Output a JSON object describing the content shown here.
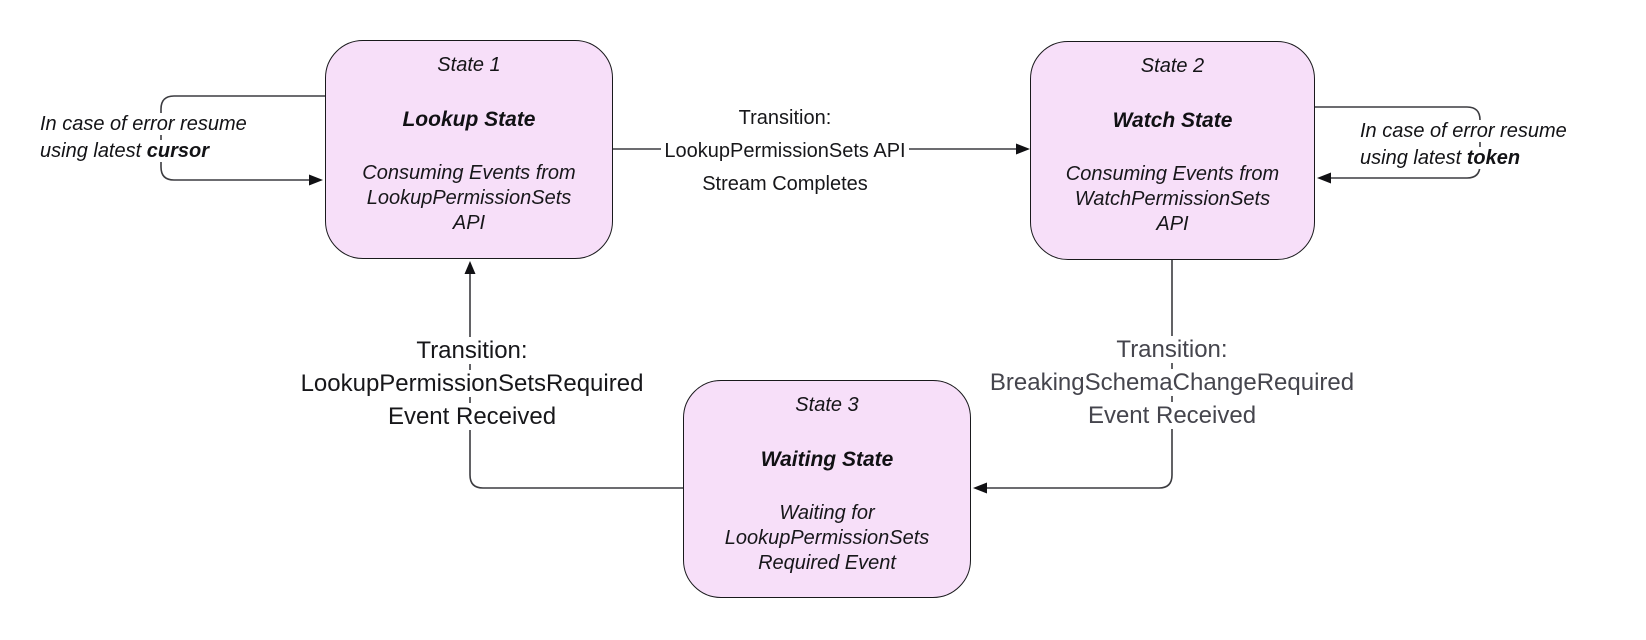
{
  "diagram": {
    "background": "#ffffff",
    "line_color": "#3c3c40",
    "state_style": {
      "fill": "#f7dff9",
      "border": "#19191c"
    },
    "label_colors": {
      "dark": "#17171a",
      "gray": "#45454d"
    },
    "states": [
      {
        "title": "State 1",
        "name": "Lookup State",
        "desc_lines": [
          "Consuming Events from",
          "LookupPermissionSets",
          "API"
        ]
      },
      {
        "title": "State 2",
        "name": "Watch State",
        "desc_lines": [
          "Consuming Events from",
          "WatchPermissionSets",
          "API"
        ]
      },
      {
        "title": "State 3",
        "name": "Waiting State",
        "desc_lines": [
          "Waiting for",
          "LookupPermissionSets",
          "Required Event"
        ]
      }
    ],
    "transitions": [
      {
        "from": "State 1",
        "to": "State 2",
        "label_lines": [
          "Transition:",
          "LookupPermissionSets API",
          "Stream Completes"
        ]
      },
      {
        "from": "State 2",
        "to": "State 3",
        "label_lines": [
          "Transition:",
          "BreakingSchemaChangeRequired",
          "Event Received"
        ]
      },
      {
        "from": "State 3",
        "to": "State 1",
        "label_lines": [
          "Transition:",
          "LookupPermissionSetsRequired",
          "Event Received"
        ]
      }
    ],
    "error_loops": [
      {
        "state": "State 1",
        "line1": "In case of error resume",
        "line2_prefix": "using latest ",
        "line2_bold": "cursor"
      },
      {
        "state": "State 2",
        "line1": "In case of error resume",
        "line2_prefix": "using latest ",
        "line2_bold": "token"
      }
    ]
  }
}
